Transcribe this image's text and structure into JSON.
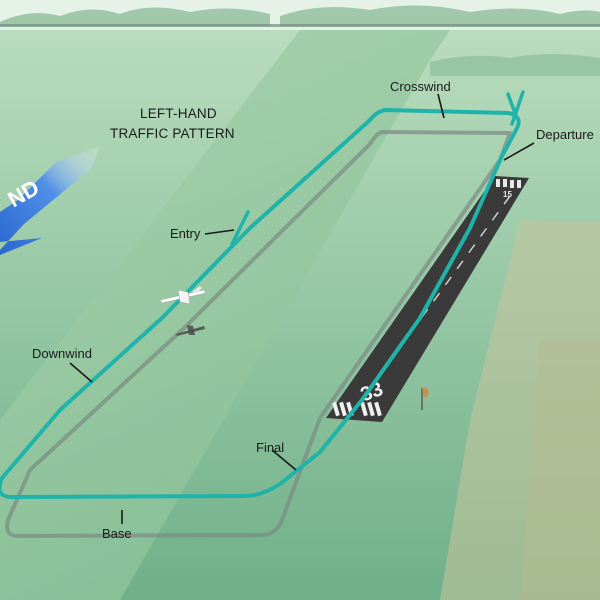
{
  "diagram": {
    "title_lines": [
      "LEFT-HAND",
      "TRAFFIC PATTERN"
    ],
    "wind_text": "ND",
    "runway_number": "33",
    "runway_far_number": "15",
    "legs": {
      "crosswind": "Crosswind",
      "departure": "Departure",
      "entry": "Entry",
      "downwind": "Downwind",
      "final": "Final",
      "base": "Base"
    },
    "colors": {
      "pattern_path": "#1fb3aa",
      "shadow_path": "#7b8a82",
      "runway": "#3b3b3b",
      "field": "#a9d3ae",
      "sky": "#d8ebdc",
      "wind_arrow": "#2c6fd6"
    },
    "icons": [
      "airplane-icon",
      "windsock-icon",
      "wind-arrow-icon"
    ]
  }
}
